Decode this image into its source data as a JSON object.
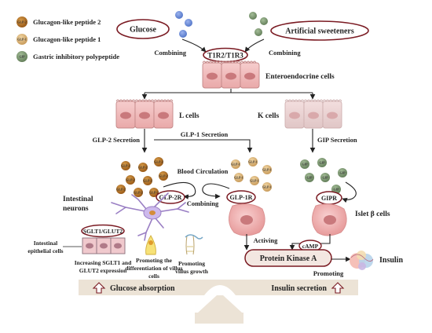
{
  "legend": {
    "items": [
      {
        "abbr": "GLP-2",
        "label": "Glucagon-like peptide 2",
        "color": "#b5701f"
      },
      {
        "abbr": "GLP-1",
        "label": "Glucagon-like peptide 1",
        "color": "#d8b277"
      },
      {
        "abbr": "GIP",
        "label": "Gastric inhibitory polypeptide",
        "color": "#7f9a74"
      }
    ]
  },
  "top": {
    "glucose": "Glucose",
    "sweeteners": "Artificial sweeteners",
    "combining_left": "Combining",
    "combining_right": "Combining",
    "receptor": "T1R2/T1R3",
    "enteroendocrine": "Enteroendocrine cells",
    "glucose_dot_color": "#6f8ed8"
  },
  "cells": {
    "l_cells": "L cells",
    "k_cells": "K cells",
    "glp1_secretion": "GLP-1 Secretion",
    "glp2_secretion": "GLP-2 Secretion",
    "gip_secretion": "GIP Secretion"
  },
  "middle": {
    "blood_circulation": "Blood Circulation",
    "combining": "Combining",
    "glp2r": "GLP-2R",
    "glp1r": "GLP-1R",
    "gipr": "GIPR",
    "islet": "Islet β cells",
    "intestinal_neurons": "Intestinal\nneurons"
  },
  "bottom": {
    "transporters": "SGLT1/GLUT2",
    "epithelial": "Intestinal\nepithelial cells",
    "increasing": "Increasing SGLT1 and\nGLUT2 expression",
    "promoting_diff": "Promoting the\ndifferentiation of villus\ncells",
    "promoting_growth": "Promoting\nvillus growth",
    "activing": "Activing",
    "camp": "cAMP",
    "pka": "Protein Kinase A",
    "promoting": "Promoting",
    "insulin": "Insulin"
  },
  "footer": {
    "glucose_absorption": "Glucose absorption",
    "insulin_secretion": "Insulin secretion"
  },
  "colors": {
    "outline_red": "#7a1a22",
    "cell_pink": "#efb9b9",
    "nucleus": "#c9797c",
    "arrow": "#222222",
    "bar": "#ece3d6"
  }
}
